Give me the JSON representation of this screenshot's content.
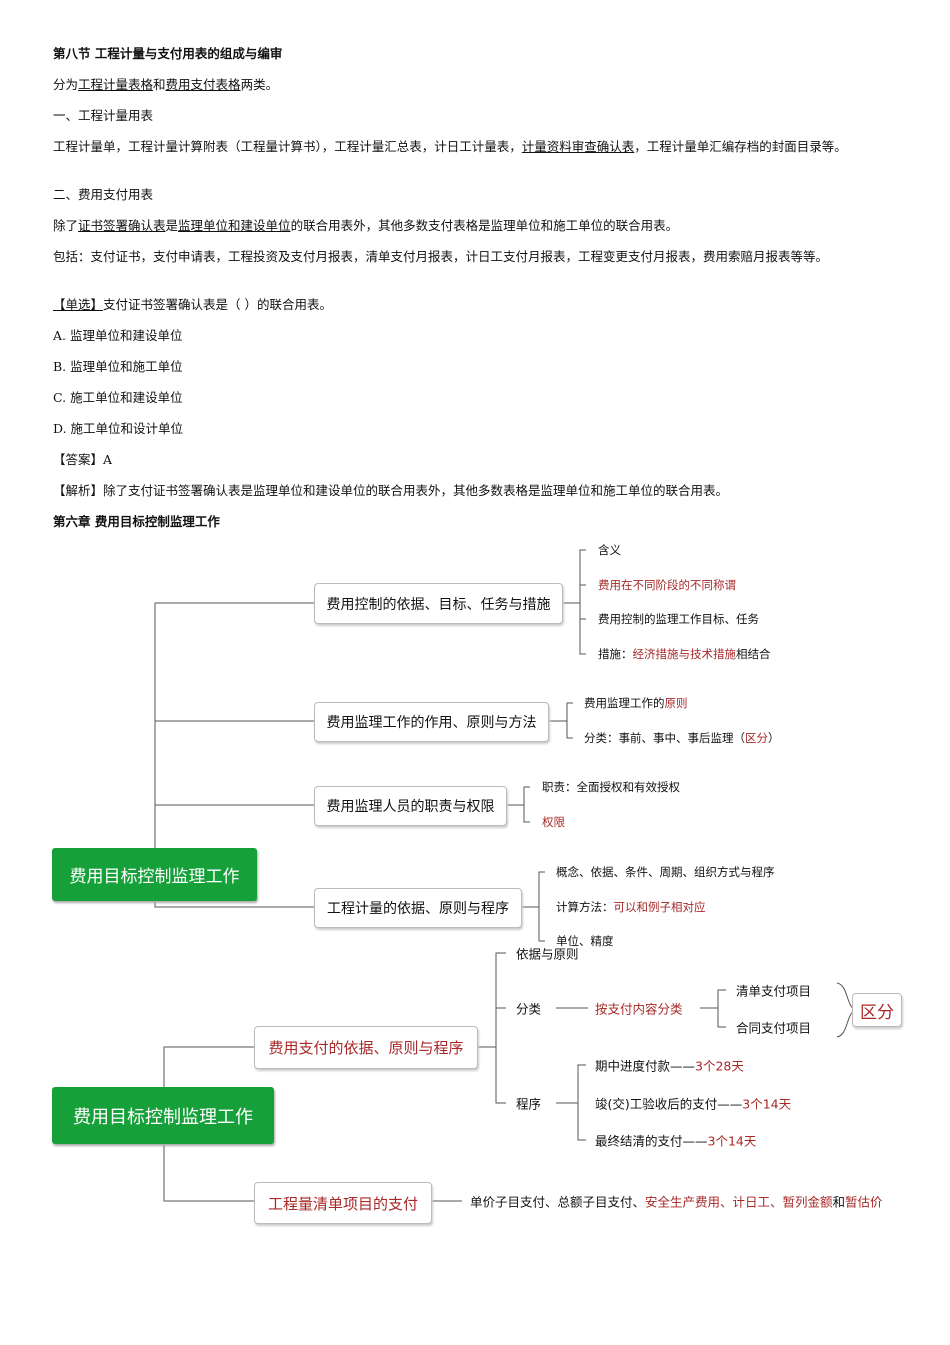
{
  "doc": {
    "heading1": "第八节 工程计量与支付用表的组成与编审",
    "para1": [
      {
        "t": "分为"
      },
      {
        "t": "工程计量表格",
        "u": true
      },
      {
        "t": "和"
      },
      {
        "t": "费用支付表格",
        "u": true
      },
      {
        "t": "两类。"
      }
    ],
    "sub1": "一、工程计量用表",
    "para2": [
      {
        "t": "工程计量单，工程计量计算附表（工程量计算书），工程计量汇总表，计日工计量表，"
      },
      {
        "t": "计量资料审查确认表",
        "u": true
      },
      {
        "t": "，工程计量单汇编存档的封面目录等。"
      }
    ],
    "sub2": "二、费用支付用表",
    "para3": [
      {
        "t": "除了"
      },
      {
        "t": "证书签署确认表",
        "u": true
      },
      {
        "t": "是"
      },
      {
        "t": "监理单位和建设单位",
        "u": true
      },
      {
        "t": "的联合用表外，其他多数支付表格是监理单位和施工单位的联合用表。"
      }
    ],
    "para4": [
      {
        "t": "包括：支付证书，支付申请表，工程投资及支付月报表，清单支付月报表，计日工支付月报表，工程变更支付月报表，费用索赔月报表等等。"
      }
    ],
    "question": [
      {
        "t": "【单选】",
        "u": true
      },
      {
        "t": "支付证书签署确认表是（ ）的联合用表。"
      }
    ],
    "options": [
      "A. 监理单位和建设单位",
      "B. 监理单位和施工单位",
      "C. 施工单位和建设单位",
      "D. 施工单位和设计单位"
    ],
    "answer": "【答案】A",
    "analysis": "【解析】除了支付证书签署确认表是监理单位和建设单位的联合用表外，其他多数表格是监理单位和施工单位的联合用表。",
    "heading2": "第六章 费用目标控制监理工作"
  },
  "map1": {
    "root": "费用目标控制监理工作",
    "branches": [
      {
        "label": "费用控制的依据、目标、任务与措施",
        "leaves": [
          [
            {
              "t": "含义"
            }
          ],
          [
            {
              "t": "费用在不同阶段的不同称谓",
              "r": true
            }
          ],
          [
            {
              "t": "费用控制的监理工作目标、任务"
            }
          ],
          [
            {
              "t": "措施："
            },
            {
              "t": "经济措施与技术措施",
              "r": true
            },
            {
              "t": "相结合"
            }
          ]
        ]
      },
      {
        "label": "费用监理工作的作用、原则与方法",
        "leaves": [
          [
            {
              "t": "费用监理工作的"
            },
            {
              "t": "原则",
              "r": true
            }
          ],
          [
            {
              "t": "分类：事前、事中、事后监理（"
            },
            {
              "t": "区分",
              "r": true
            },
            {
              "t": "）"
            }
          ]
        ]
      },
      {
        "label": "费用监理人员的职责与权限",
        "leaves": [
          [
            {
              "t": "职责：全面授权和有效授权"
            }
          ],
          [
            {
              "t": "权限",
              "r": true
            }
          ]
        ]
      },
      {
        "label": "工程计量的依据、原则与程序",
        "leaves": [
          [
            {
              "t": "概念、依据、条件、周期、组织方式与程序"
            }
          ],
          [
            {
              "t": "计算方法："
            },
            {
              "t": "可以和例子相对应",
              "r": true
            }
          ],
          [
            {
              "t": "单位、精度"
            }
          ]
        ]
      }
    ]
  },
  "map2": {
    "root": "费用目标控制监理工作",
    "branch1": {
      "label": "费用支付的依据、原则与程序",
      "basis": "依据与原则",
      "classify": "分类",
      "classify_by": "按支付内容分类",
      "classify_items": [
        "清单支付项目",
        "合同支付项目"
      ],
      "distinguish": "区分",
      "procedure": "程序",
      "procedure_items": [
        [
          {
            "t": "期中进度付款——"
          },
          {
            "t": "3个28天",
            "r": true
          }
        ],
        [
          {
            "t": "竣(交)工验收后的支付——"
          },
          {
            "t": "3个14天",
            "r": true
          }
        ],
        [
          {
            "t": "最终结清的支付——"
          },
          {
            "t": "3个14天",
            "r": true
          }
        ]
      ]
    },
    "branch2": {
      "label": "工程量清单项目的支付",
      "detail": [
        {
          "t": "单价子目支付、总额子目支付、"
        },
        {
          "t": "安全生产费用、计日工、暂列金额",
          "r": true
        },
        {
          "t": "和"
        },
        {
          "t": "暂估价",
          "r": true
        }
      ]
    }
  },
  "colors": {
    "green": "#16a03a",
    "red": "#a82828"
  }
}
